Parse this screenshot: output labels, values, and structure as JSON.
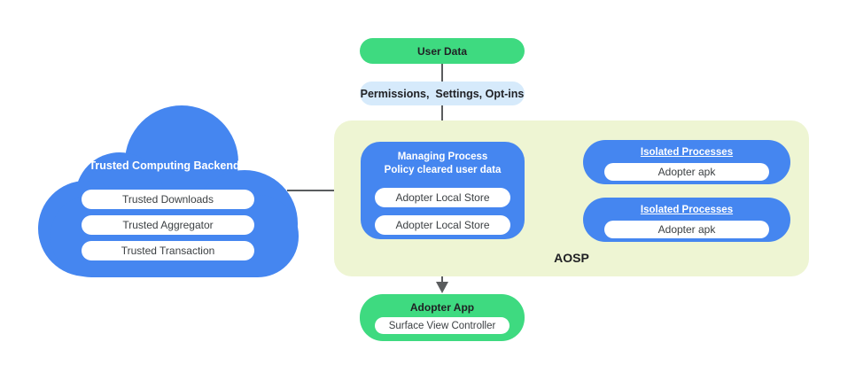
{
  "colors": {
    "blue": "#4586F0",
    "green": "#3EDA80",
    "light-blue": "#D6EAFB",
    "pale": "#EEF5D3",
    "line": "#5A5C5E",
    "text-dark": "#202124",
    "text-gray": "#3C4043",
    "white": "#FFFFFF"
  },
  "top_flow": {
    "user_data_label": "User Data",
    "permissions_label": "Permissions,  Settings, Opt-ins"
  },
  "cloud": {
    "title": "Trusted Computing Backends",
    "items": [
      {
        "label": "Trusted Downloads"
      },
      {
        "label": "Trusted Aggregator"
      },
      {
        "label": "Trusted Transaction"
      }
    ]
  },
  "aosp": {
    "label": "AOSP",
    "managing_process": {
      "title_line1": "Managing Process",
      "title_line2": "Policy cleared user data",
      "stores": [
        {
          "label": "Adopter Local Store"
        },
        {
          "label": "Adopter Local Store"
        }
      ]
    },
    "isolated_processes": [
      {
        "title": "Isolated Processes",
        "item": "Adopter apk"
      },
      {
        "title": "Isolated Processes",
        "item": "Adopter apk"
      }
    ]
  },
  "adopter_app": {
    "title": "Adopter App",
    "item": "Surface View Controller"
  }
}
